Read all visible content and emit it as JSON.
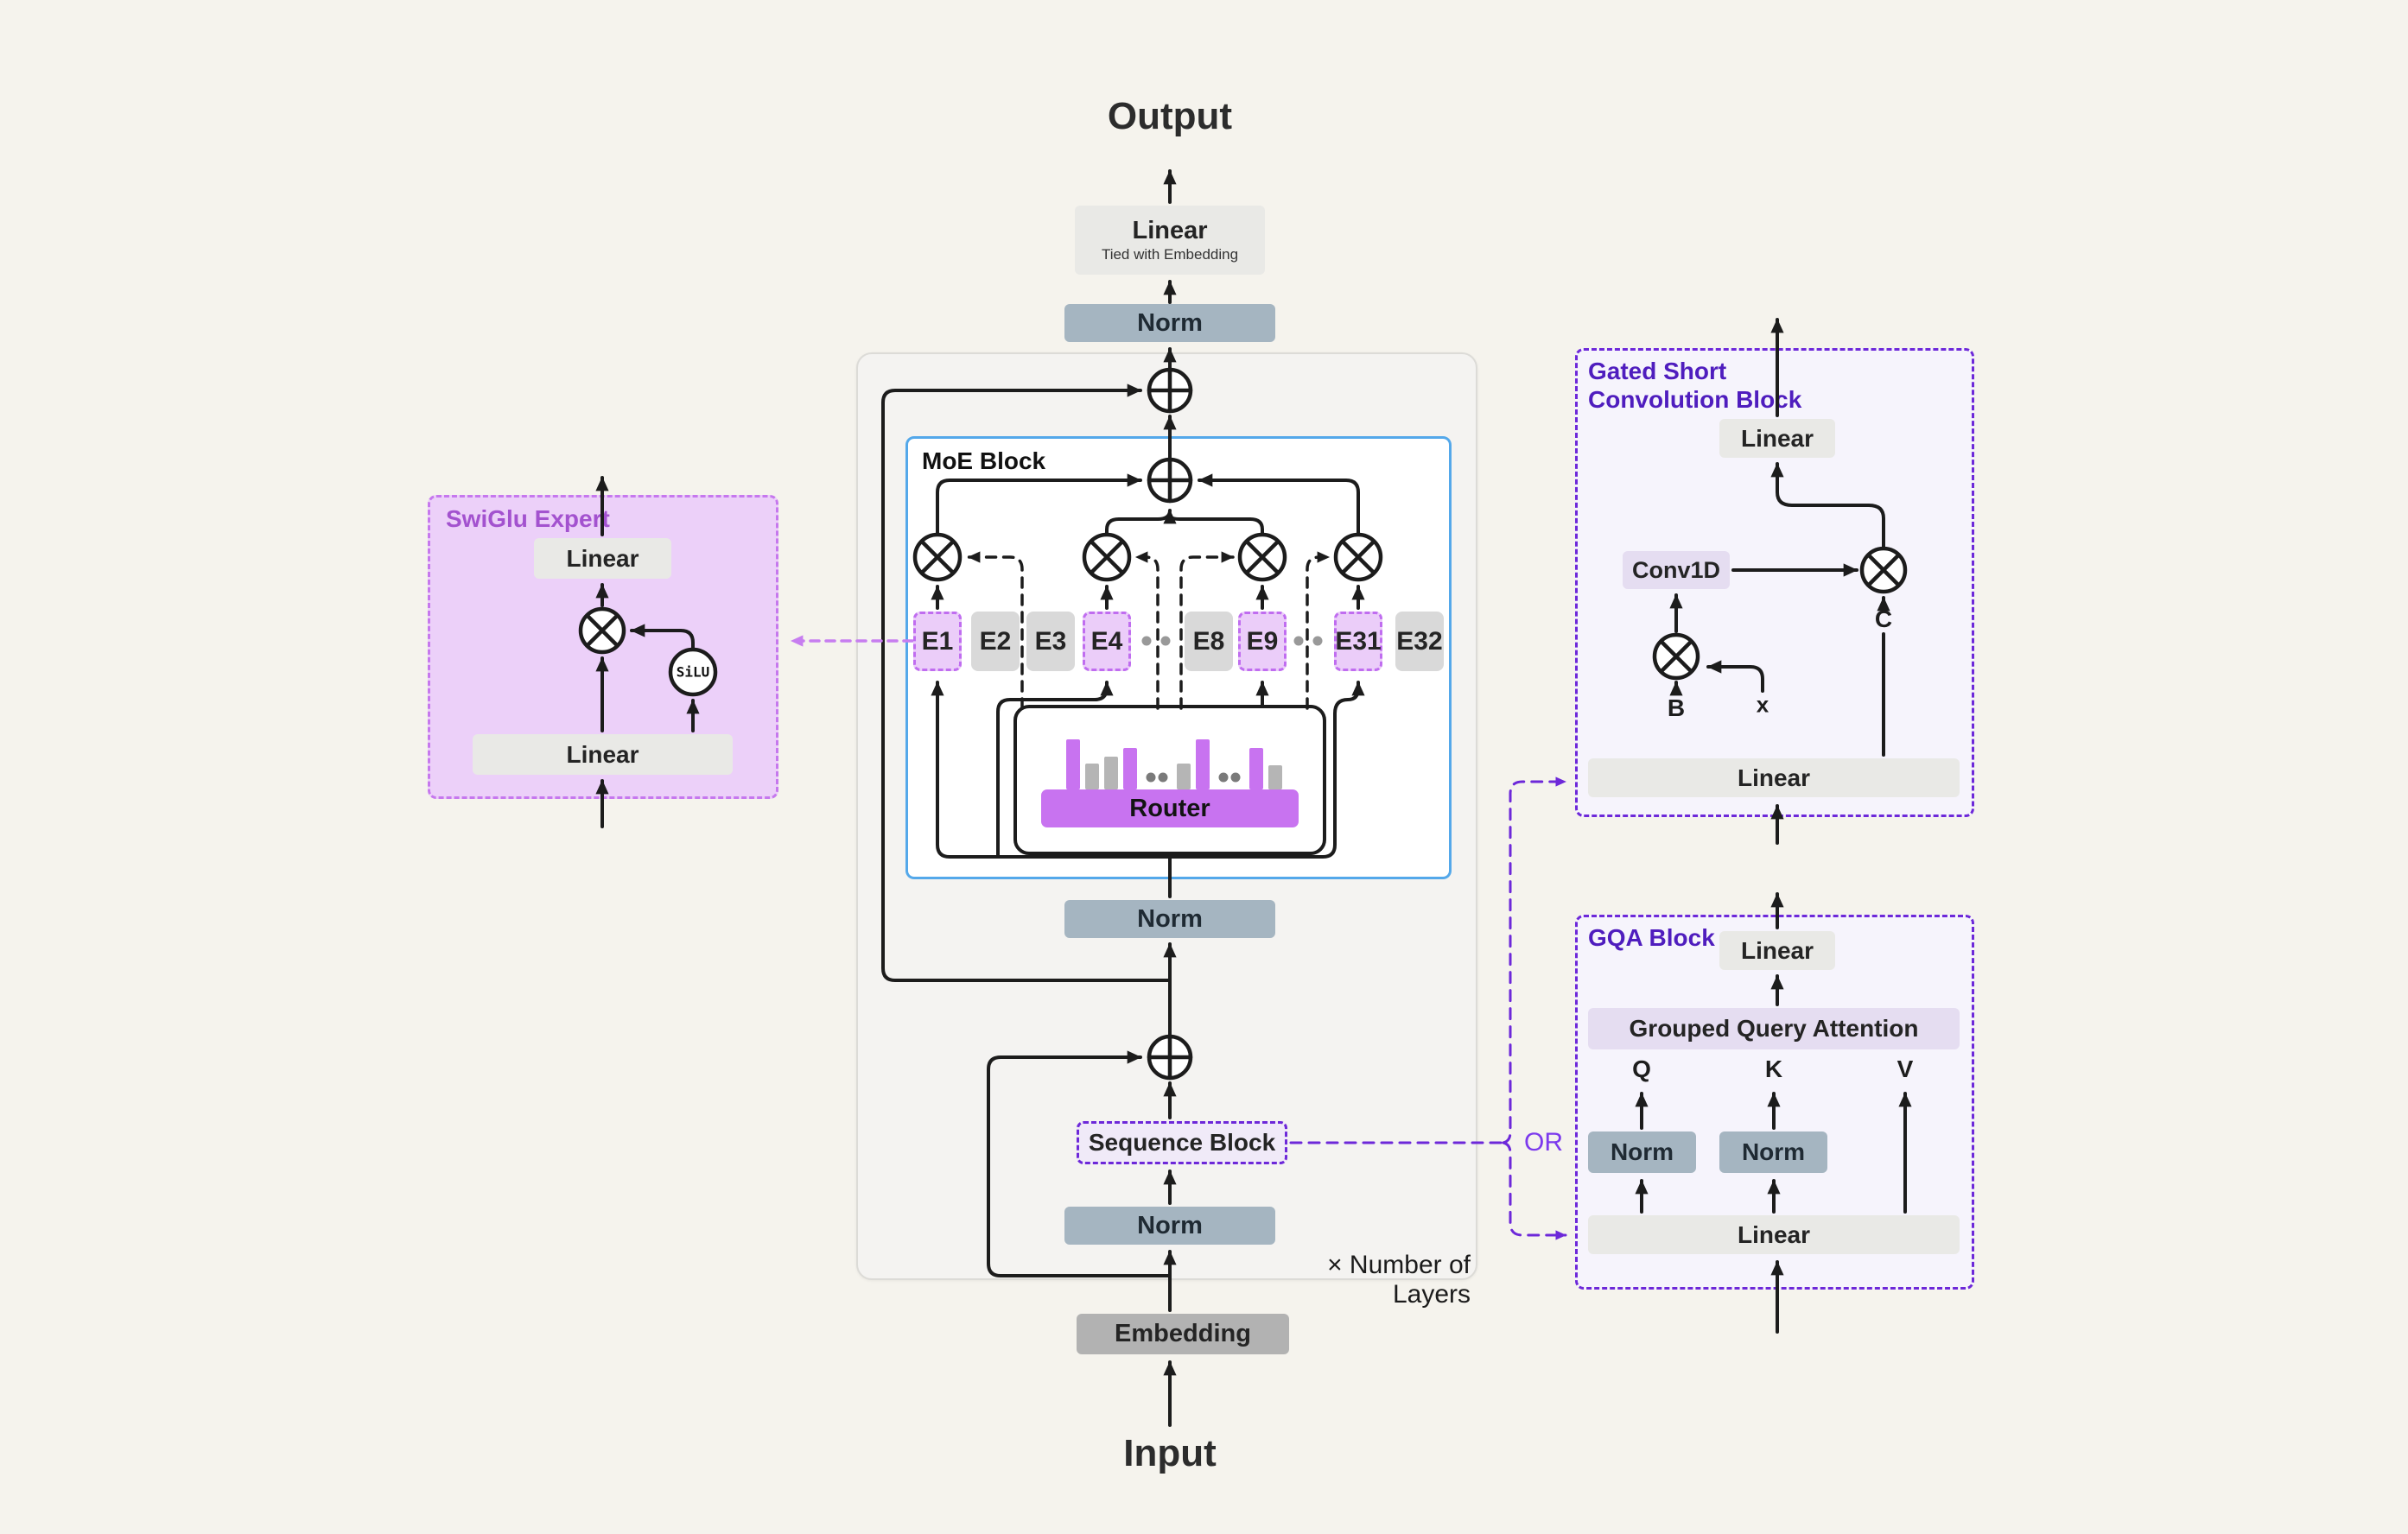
{
  "page": {
    "bg": "#f5f3ed"
  },
  "colors": {
    "accent_purple": "#c06df0",
    "router_purple": "#c873f0",
    "active_expert_fill": "#ebcdf9",
    "inactive_expert_fill": "#d9d9d9",
    "norm_fill": "#a5b5c1",
    "linear_fill": "#e9e9e6",
    "embedding_fill": "#b2b2b2",
    "moe_border": "#54a8ea",
    "violet": "#6d28d9",
    "swiglu_fill": "#ecd0f9",
    "side_block_fill": "#f6f4fc",
    "wire": "#1c1c1c"
  },
  "output_label": "Output",
  "input_label": "Input",
  "top": {
    "linear": "Linear",
    "linear_sub": "Tied with Embedding",
    "norm": "Norm"
  },
  "layer": {
    "note": "× Number of Layers",
    "moe": {
      "title": "MoE Block",
      "router": "Router",
      "experts": [
        {
          "label": "E1",
          "active": true
        },
        {
          "label": "E2",
          "active": false
        },
        {
          "label": "E3",
          "active": false
        },
        {
          "label": "E4",
          "active": true
        },
        {
          "label": "E8",
          "active": false
        },
        {
          "label": "E9",
          "active": true
        },
        {
          "label": "E31",
          "active": true
        },
        {
          "label": "E32",
          "active": false
        }
      ],
      "router_bars": [
        {
          "type": "purple",
          "h": 58
        },
        {
          "type": "gray",
          "h": 30
        },
        {
          "type": "gray",
          "h": 38
        },
        {
          "type": "purple",
          "h": 48
        },
        {
          "type": "dots"
        },
        {
          "type": "gray",
          "h": 30
        },
        {
          "type": "purple",
          "h": 58
        },
        {
          "type": "dots"
        },
        {
          "type": "purple",
          "h": 48
        },
        {
          "type": "gray",
          "h": 28
        }
      ]
    },
    "norm_mid": "Norm",
    "sequence_block": "Sequence Block",
    "norm_bottom": "Norm"
  },
  "embedding": "Embedding",
  "swiglu": {
    "title": "SwiGlu Expert",
    "linear_top": "Linear",
    "linear_bottom": "Linear",
    "silu": "SiLU"
  },
  "gated": {
    "title_line1": "Gated Short",
    "title_line2": "Convolution Block",
    "linear_top": "Linear",
    "conv1d": "Conv1D",
    "label_b": "B",
    "label_x": "x",
    "label_c": "C",
    "linear_bottom": "Linear"
  },
  "gqa": {
    "title": "GQA Block",
    "linear_top": "Linear",
    "attention": "Grouped Query Attention",
    "label_q": "Q",
    "label_k": "K",
    "label_v": "V",
    "norm_q": "Norm",
    "norm_k": "Norm",
    "linear_bottom": "Linear"
  },
  "or_label": "OR"
}
